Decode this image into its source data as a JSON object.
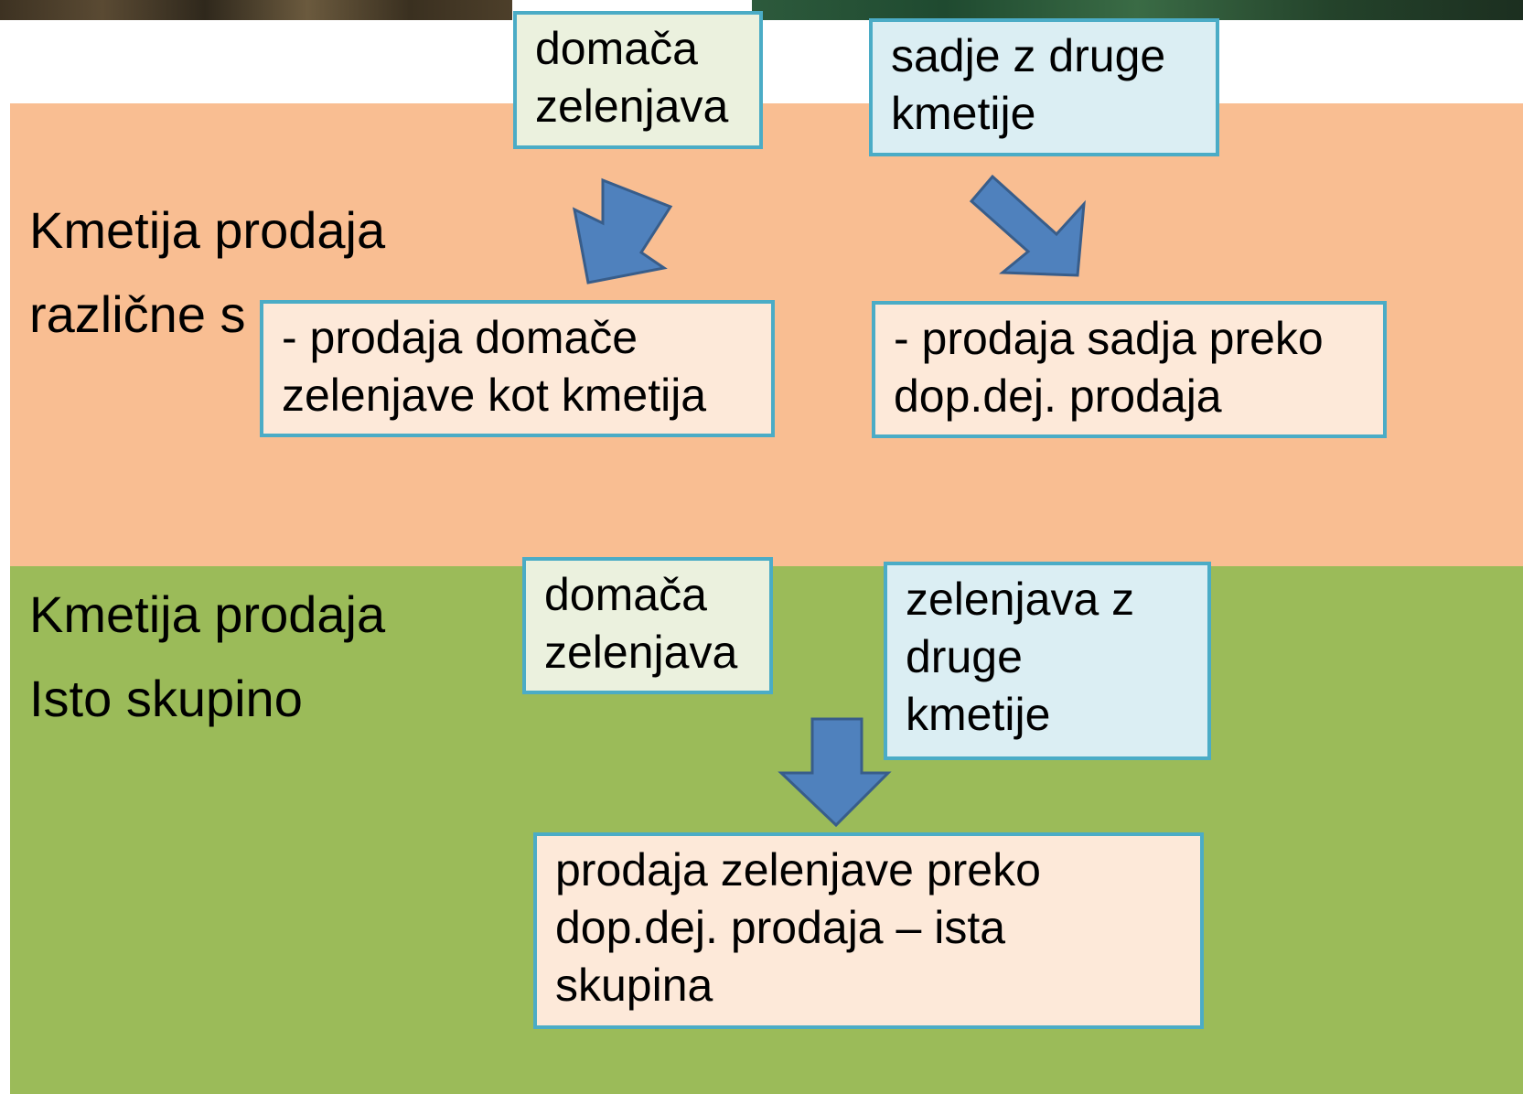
{
  "colors": {
    "band_top": "#f9be92",
    "band_bottom": "#9bbb59",
    "box_border": "#4bacc6",
    "arrow_fill": "#4f81bd",
    "arrow_stroke": "#385d8a"
  },
  "top_section": {
    "label_lines": [
      "Kmetija prodaja",
      "različne s"
    ],
    "source_left_lines": [
      "domača",
      "zelenjava"
    ],
    "source_right_lines": [
      "sadje z druge",
      "kmetije"
    ],
    "result_left_lines": [
      "- prodaja domače",
      "zelenjave kot kmetija"
    ],
    "result_right_lines": [
      "- prodaja sadja preko",
      "dop.dej. prodaja"
    ]
  },
  "bottom_section": {
    "label_lines": [
      "Kmetija prodaja",
      "Isto skupino"
    ],
    "source_left_lines": [
      "domača",
      "zelenjava"
    ],
    "source_right_lines": [
      "zelenjava z",
      "druge",
      "kmetije"
    ],
    "result_lines": [
      "prodaja zelenjave preko",
      "dop.dej. prodaja – ista",
      "skupina"
    ]
  }
}
